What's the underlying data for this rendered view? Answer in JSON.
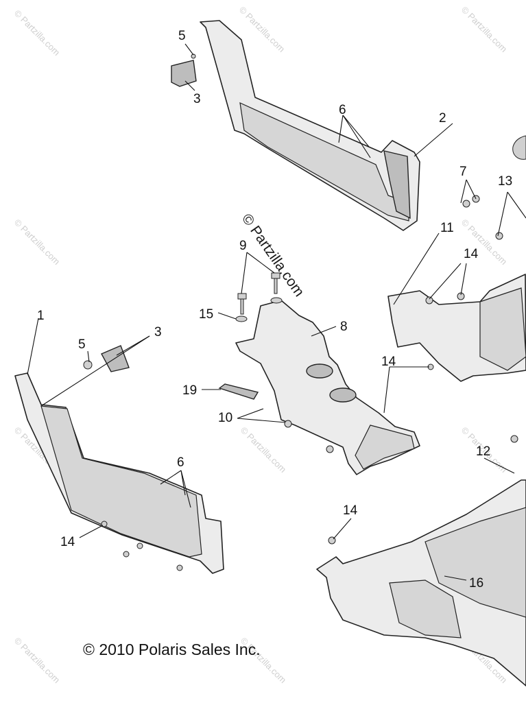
{
  "diagram": {
    "copyright": "© 2010 Polaris Sales Inc.",
    "watermark_center": "© Partzilla.com",
    "watermark_tile": "© Partzilla.com",
    "callouts": {
      "c1": "1",
      "c2": "2",
      "c3a": "3",
      "c3b": "3",
      "c5a": "5",
      "c5b": "5",
      "c6a": "6",
      "c6b": "6",
      "c7": "7",
      "c8": "8",
      "c9": "9",
      "c10": "10",
      "c11": "11",
      "c12": "12",
      "c13": "13",
      "c14a": "14",
      "c14b": "14",
      "c14c": "14",
      "c14d": "14",
      "c15": "15",
      "c16": "16",
      "c19": "19"
    }
  }
}
